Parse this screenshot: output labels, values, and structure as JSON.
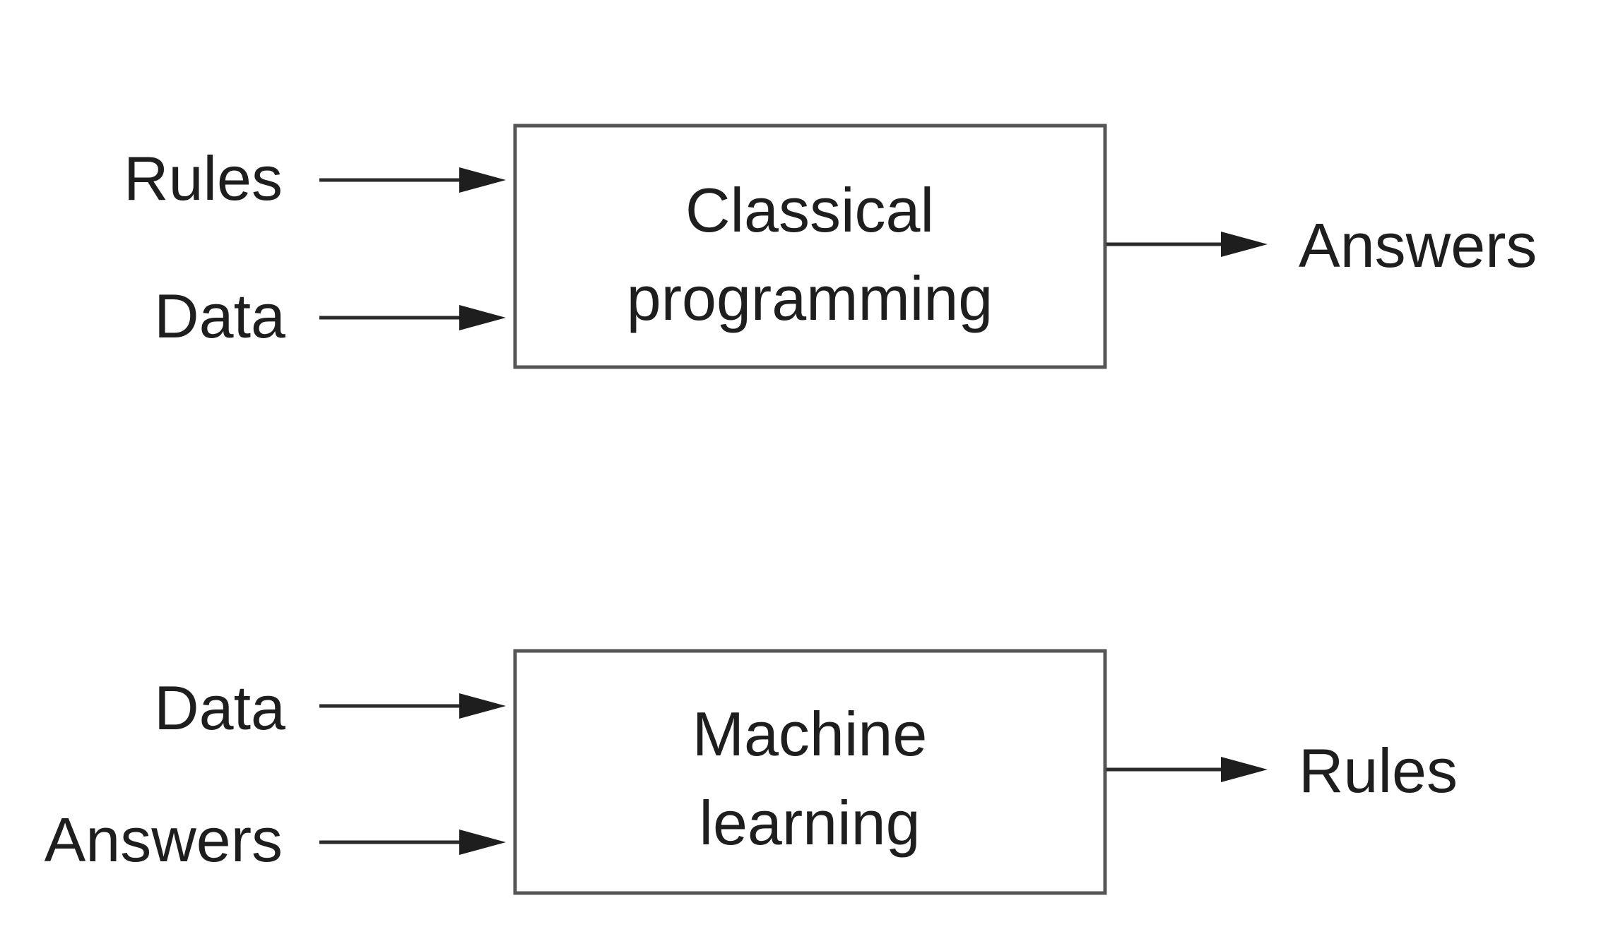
{
  "diagram": {
    "classical": {
      "inputs": [
        "Rules",
        "Data"
      ],
      "box_label_line1": "Classical",
      "box_label_line2": "programming",
      "output": "Answers"
    },
    "machine_learning": {
      "inputs": [
        "Data",
        "Answers"
      ],
      "box_label_line1": "Machine",
      "box_label_line2": "learning",
      "output": "Rules"
    }
  },
  "colors": {
    "text": "#1e1e1e",
    "box_border": "#555555",
    "arrow": "#2a2a2a",
    "background": "#ffffff"
  }
}
